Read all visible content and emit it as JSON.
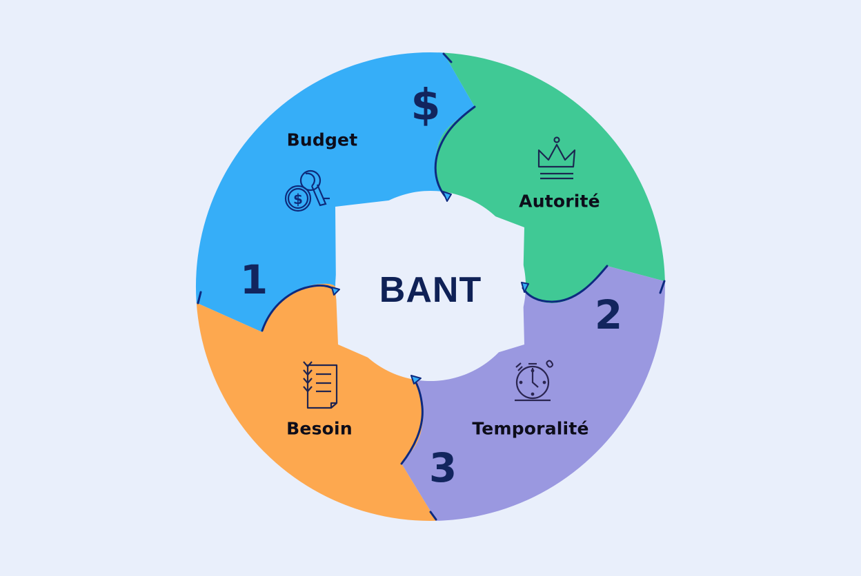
{
  "diagram": {
    "title": "BANT",
    "type": "cycle-ring",
    "background": "#e9effb",
    "segments": [
      {
        "step": "1",
        "label": "Budget",
        "icon": "money-coins-icon",
        "extra_icon": "dollar-sign",
        "color": "#36aef8"
      },
      {
        "step": "",
        "label": "Autorité",
        "icon": "crown-icon",
        "color": "#40c995"
      },
      {
        "step": "2",
        "label": "Temporalité",
        "icon": "stopwatch-icon",
        "color": "#9a98e0"
      },
      {
        "step": "3",
        "label": "Besoin",
        "icon": "checklist-icon",
        "color": "#fda84f"
      }
    ],
    "dollar_symbol": "$",
    "outline_color": "#0d2a80"
  }
}
